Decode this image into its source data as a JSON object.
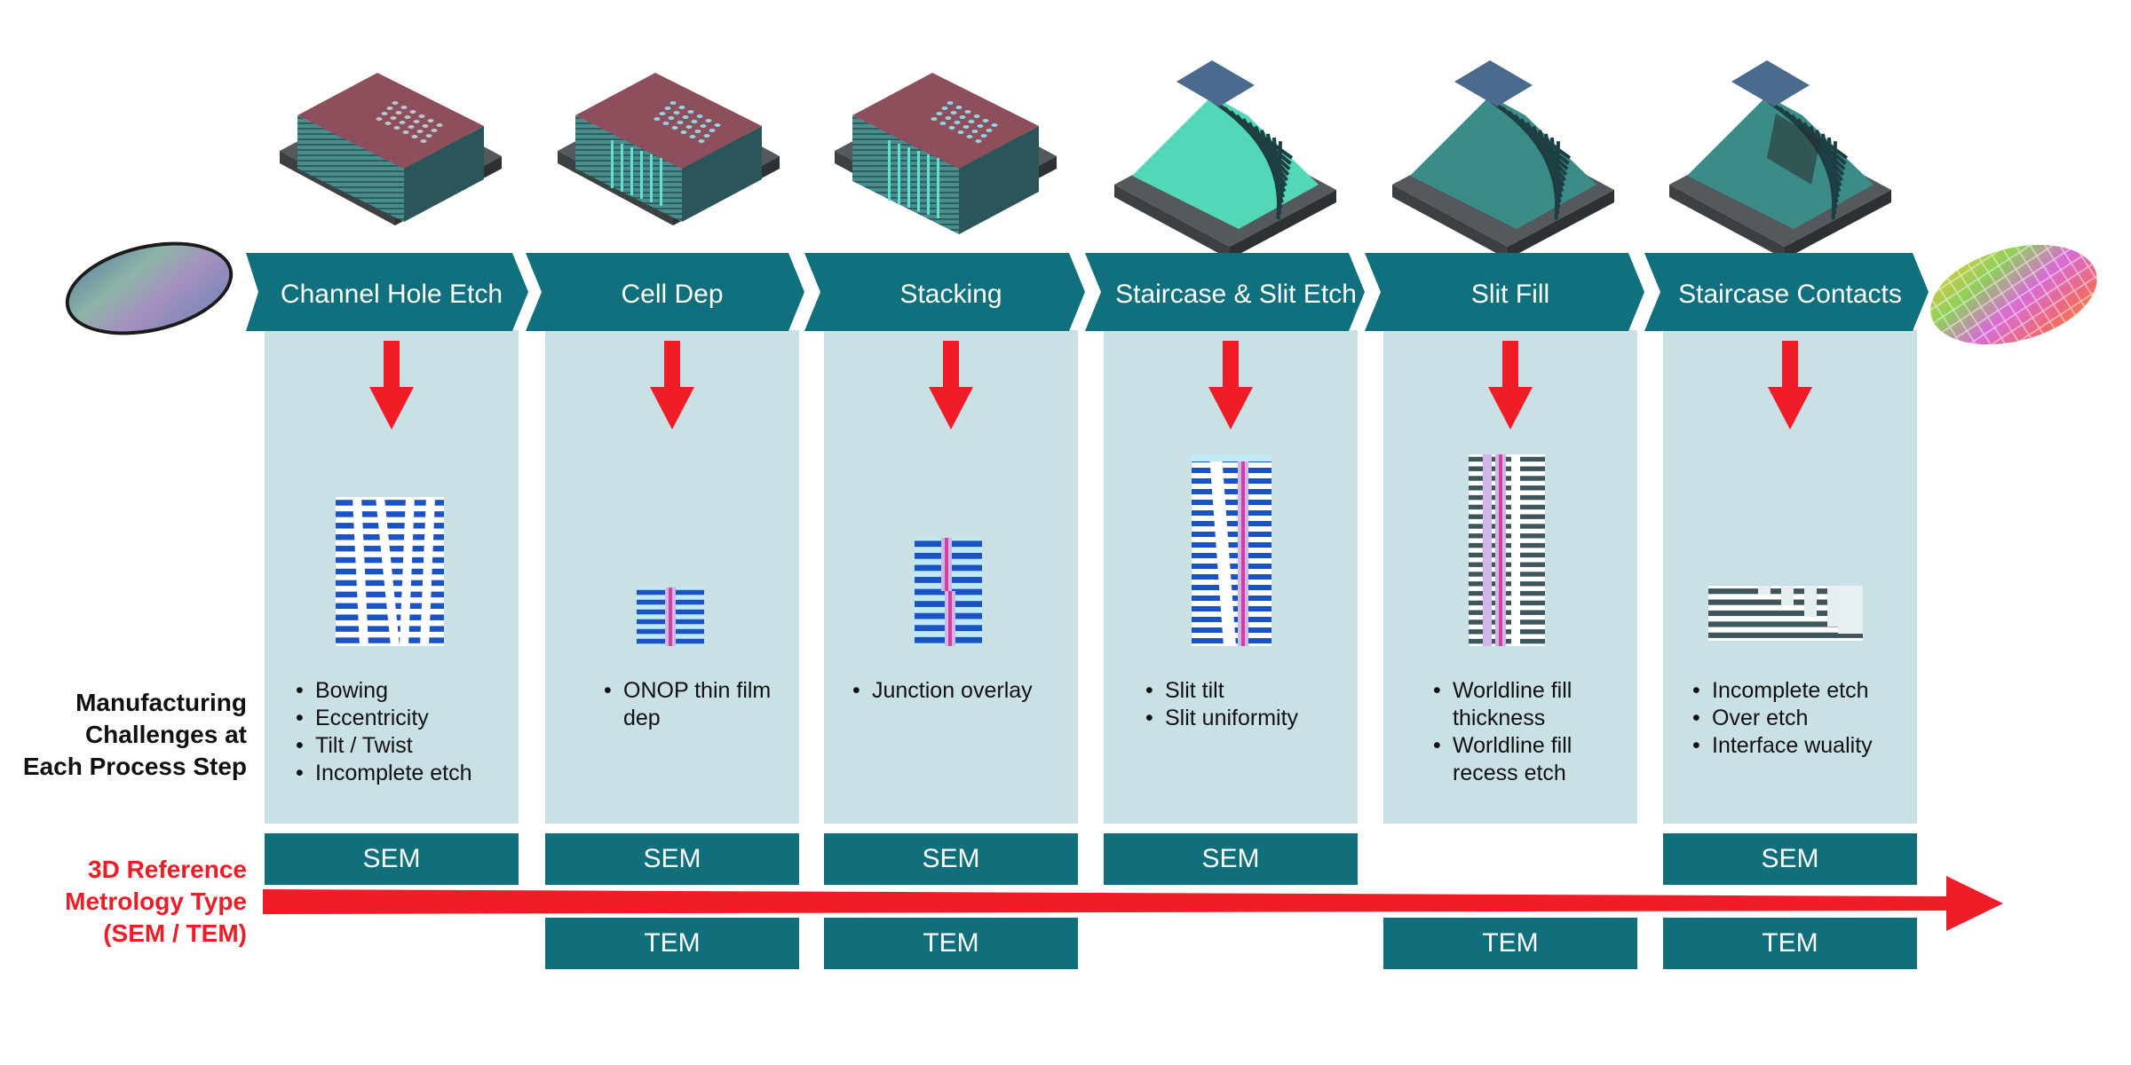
{
  "colors": {
    "teal": "#11707d",
    "panel": "#c9e0e5",
    "arrow_red": "#f01c28",
    "label_red": "#ee1c25",
    "stripe_blue": "#1b53c4",
    "stripe_dark": "#3d555b"
  },
  "flow": {
    "steps": [
      {
        "title": "Channel Hole Etch",
        "challenges": [
          "Bowing",
          "Eccentricity",
          "Tilt / Twist",
          "Incomplete etch"
        ],
        "sem": "SEM",
        "tem": ""
      },
      {
        "title": "Cell Dep",
        "challenges": [
          "ONOP thin film dep"
        ],
        "sem": "SEM",
        "tem": "TEM"
      },
      {
        "title": "Stacking",
        "challenges": [
          "Junction overlay"
        ],
        "sem": "SEM",
        "tem": "TEM"
      },
      {
        "title": "Staircase & Slit Etch",
        "challenges": [
          "Slit tilt",
          "Slit uniformity"
        ],
        "sem": "SEM",
        "tem": ""
      },
      {
        "title": "Slit Fill",
        "challenges": [
          "Worldline fill thickness",
          "Worldline fill recess etch"
        ],
        "sem": "",
        "tem": "TEM"
      },
      {
        "title": "Staircase Contacts",
        "challenges": [
          "Incomplete etch",
          "Over etch",
          "Interface wuality"
        ],
        "sem": "SEM",
        "tem": "TEM"
      }
    ]
  },
  "labels": {
    "challenges_lines": [
      "Manufacturing",
      "Challenges at",
      "Each Process Step"
    ],
    "metrology_lines": [
      "3D Reference",
      "Metrology Type",
      "(SEM / TEM)"
    ]
  },
  "icons": {
    "wafer_start": "patterned-wafer-icon",
    "wafer_end": "diced-wafer-icon",
    "block": "3d-nand-block-icon",
    "down_arrow": "down-arrow-icon",
    "cross_section": "cross-section-icon"
  }
}
